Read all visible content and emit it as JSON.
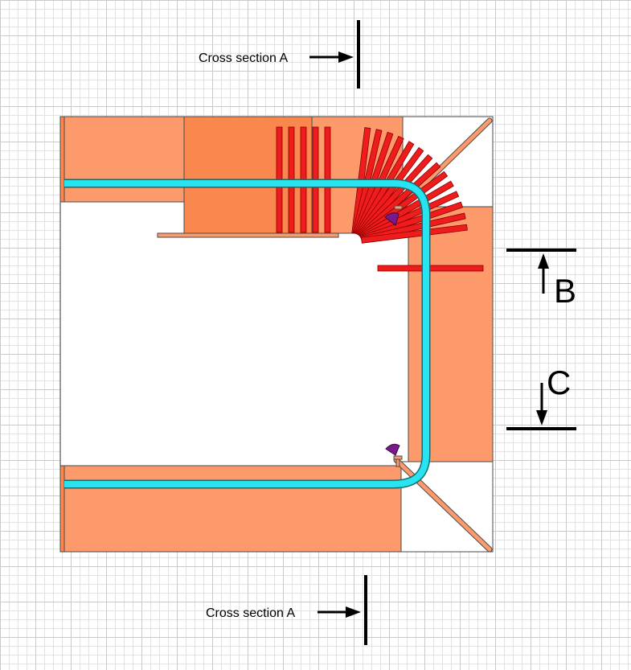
{
  "labels": {
    "section_a_top": "Cross section A",
    "section_a_bottom": "Cross section A",
    "section_b": "B",
    "section_c": "C"
  },
  "colors": {
    "salmon": "#fc9a6c",
    "dark_salmon": "#f9874e",
    "outline": "#4a4a4a",
    "red_bar": "#ee1c1c",
    "cyan_pipe": "#27e4f0",
    "purple_marker": "#7a1a8a",
    "white": "#ffffff",
    "black": "#000000"
  }
}
